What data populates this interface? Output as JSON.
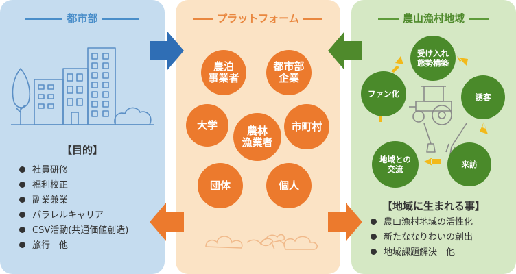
{
  "urban": {
    "title": "都市部",
    "subhead": "【目的】",
    "items": [
      "社員研修",
      "福利校正",
      "副業兼業",
      "パラレルキャリア",
      "CSV活動(共通価値創造)",
      "旅行　他"
    ]
  },
  "platform": {
    "title": "プラットフォーム",
    "members": {
      "noryaku": "農泊\n事業者",
      "city_company": "都市部\n企業",
      "university": "大学",
      "agri": "農林\n漁業者",
      "municipality": "市町村",
      "group": "団体",
      "individual": "個人"
    }
  },
  "rural": {
    "title": "農山漁村地域",
    "cycle": {
      "receive": "受け入れ\n態勢構築",
      "invite": "誘客",
      "visit": "来訪",
      "exchange": "地域との\n交流",
      "fan": "ファン化"
    },
    "subhead": "【地域に生まれる事】",
    "items": [
      "農山漁村地域の活性化",
      "新たななりわいの創出",
      "地域課題解決　他"
    ]
  },
  "colors": {
    "urban_bg": "#c5dcef",
    "platform_bg": "#fbe3c5",
    "rural_bg": "#d5e8c4",
    "orange": "#ec7a2d",
    "green": "#4a8a2a",
    "blue_arrow": "#2f6eb5",
    "green_arrow": "#4f8a2c",
    "cycle_arrow": "#f2b91a"
  }
}
